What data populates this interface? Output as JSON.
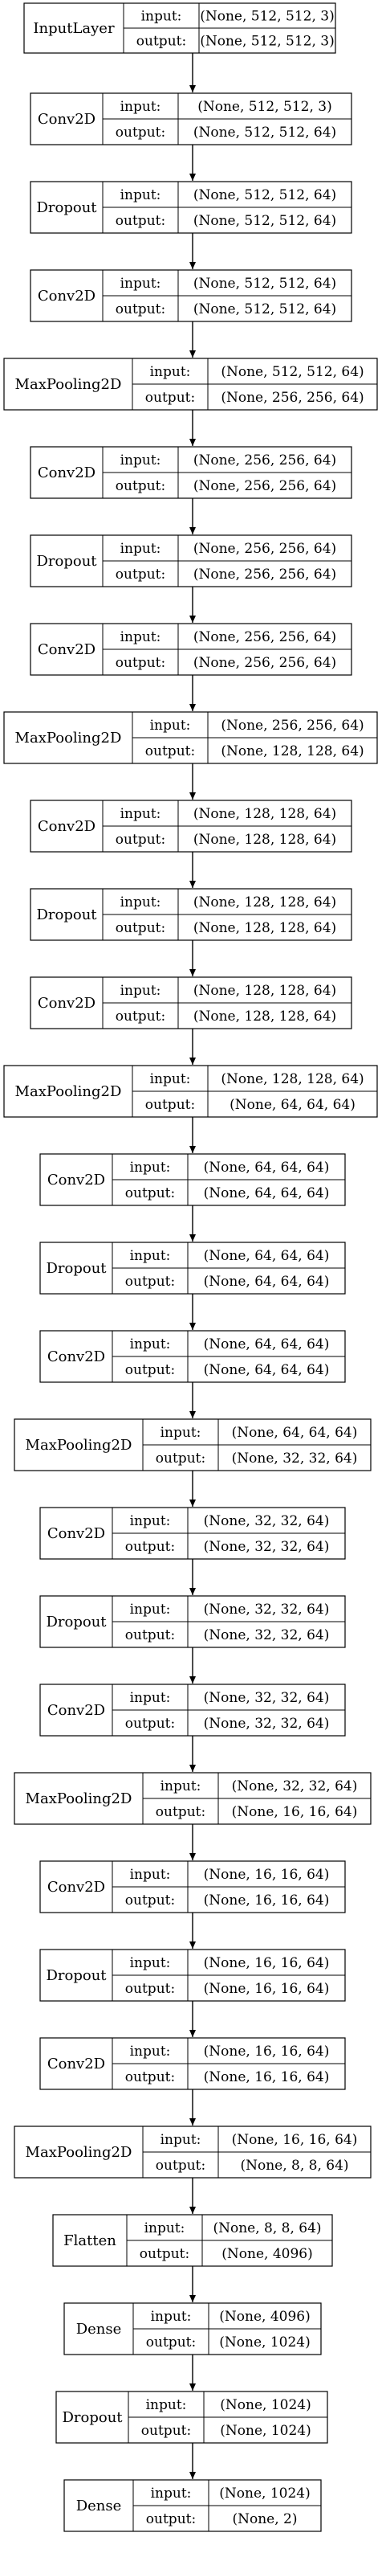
{
  "diagram": {
    "input_label": "input:",
    "output_label": "output:",
    "layers": [
      {
        "name": "InputLayer",
        "input": "(None, 512, 512, 3)",
        "output": "(None, 512, 512, 3)"
      },
      {
        "name": "Conv2D",
        "input": "(None, 512, 512, 3)",
        "output": "(None, 512, 512, 64)"
      },
      {
        "name": "Dropout",
        "input": "(None, 512, 512, 64)",
        "output": "(None, 512, 512, 64)"
      },
      {
        "name": "Conv2D",
        "input": "(None, 512, 512, 64)",
        "output": "(None, 512, 512, 64)"
      },
      {
        "name": "MaxPooling2D",
        "input": "(None, 512, 512, 64)",
        "output": "(None, 256, 256, 64)"
      },
      {
        "name": "Conv2D",
        "input": "(None, 256, 256, 64)",
        "output": "(None, 256, 256, 64)"
      },
      {
        "name": "Dropout",
        "input": "(None, 256, 256, 64)",
        "output": "(None, 256, 256, 64)"
      },
      {
        "name": "Conv2D",
        "input": "(None, 256, 256, 64)",
        "output": "(None, 256, 256, 64)"
      },
      {
        "name": "MaxPooling2D",
        "input": "(None, 256, 256, 64)",
        "output": "(None, 128, 128, 64)"
      },
      {
        "name": "Conv2D",
        "input": "(None, 128, 128, 64)",
        "output": "(None, 128, 128, 64)"
      },
      {
        "name": "Dropout",
        "input": "(None, 128, 128, 64)",
        "output": "(None, 128, 128, 64)"
      },
      {
        "name": "Conv2D",
        "input": "(None, 128, 128, 64)",
        "output": "(None, 128, 128, 64)"
      },
      {
        "name": "MaxPooling2D",
        "input": "(None, 128, 128, 64)",
        "output": "(None, 64, 64, 64)"
      },
      {
        "name": "Conv2D",
        "input": "(None, 64, 64, 64)",
        "output": "(None, 64, 64, 64)"
      },
      {
        "name": "Dropout",
        "input": "(None, 64, 64, 64)",
        "output": "(None, 64, 64, 64)"
      },
      {
        "name": "Conv2D",
        "input": "(None, 64, 64, 64)",
        "output": "(None, 64, 64, 64)"
      },
      {
        "name": "MaxPooling2D",
        "input": "(None, 64, 64, 64)",
        "output": "(None, 32, 32, 64)"
      },
      {
        "name": "Conv2D",
        "input": "(None, 32, 32, 64)",
        "output": "(None, 32, 32, 64)"
      },
      {
        "name": "Dropout",
        "input": "(None, 32, 32, 64)",
        "output": "(None, 32, 32, 64)"
      },
      {
        "name": "Conv2D",
        "input": "(None, 32, 32, 64)",
        "output": "(None, 32, 32, 64)"
      },
      {
        "name": "MaxPooling2D",
        "input": "(None, 32, 32, 64)",
        "output": "(None, 16, 16, 64)"
      },
      {
        "name": "Conv2D",
        "input": "(None, 16, 16, 64)",
        "output": "(None, 16, 16, 64)"
      },
      {
        "name": "Dropout",
        "input": "(None, 16, 16, 64)",
        "output": "(None, 16, 16, 64)"
      },
      {
        "name": "Conv2D",
        "input": "(None, 16, 16, 64)",
        "output": "(None, 16, 16, 64)"
      },
      {
        "name": "MaxPooling2D",
        "input": "(None, 16, 16, 64)",
        "output": "(None, 8, 8, 64)"
      },
      {
        "name": "Flatten",
        "input": "(None, 8, 8, 64)",
        "output": "(None, 4096)"
      },
      {
        "name": "Dense",
        "input": "(None, 4096)",
        "output": "(None, 1024)"
      },
      {
        "name": "Dropout",
        "input": "(None, 1024)",
        "output": "(None, 1024)"
      },
      {
        "name": "Dense",
        "input": "(None, 1024)",
        "output": "(None, 2)"
      }
    ]
  }
}
